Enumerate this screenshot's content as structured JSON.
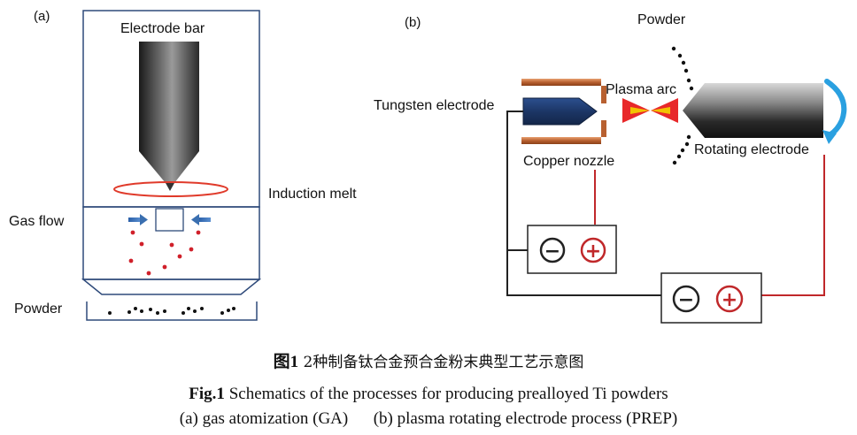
{
  "panel_a": {
    "tag": "(a)",
    "electrode_bar": "Electrode bar",
    "induction_melt": "Induction melt",
    "gas_flow": "Gas flow",
    "powder": "Powder"
  },
  "panel_b": {
    "tag": "(b)",
    "powder": "Powder",
    "plasma_arc": "Plasma arc",
    "tungsten_electrode": "Tungsten electrode",
    "copper_nozzle": "Copper nozzle",
    "rotating_electrode": "Rotating electrode",
    "minus_symbol": "−",
    "plus_symbol": "+"
  },
  "caption": {
    "cn_num": "图1",
    "cn_text": "2种制备钛合金预合金粉末典型工艺示意图",
    "en_num": "Fig.1",
    "en_text": "Schematics of the processes for producing prealloyed Ti powders",
    "sub_a": "(a) gas atomization (GA)",
    "sub_b": "(b) plasma rotating electrode process (PREP)"
  },
  "colors": {
    "frame_blue": "#2e4a7a",
    "melt_red": "#e03a2a",
    "droplet_red": "#d0202a",
    "arrow_blue": "#3a6fb0",
    "copper": "#c0703a",
    "electrode_navy": "#1f3a6e",
    "arc_red": "#e8282a",
    "arc_yellow": "#f2c200",
    "wire_dark": "#222222",
    "wire_red": "#c0282a",
    "rotation_blue": "#2aa0e0"
  },
  "icons": [
    "curved-rotation-arrow-icon",
    "gas-flow-arrow-icon",
    "minus-terminal-icon",
    "plus-terminal-icon"
  ]
}
